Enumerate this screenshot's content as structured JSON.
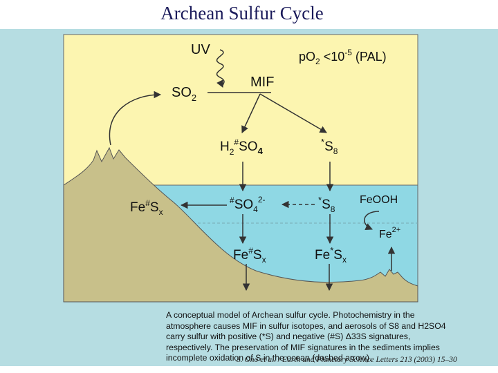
{
  "title": "Archean Sulfur Cycle",
  "labels": {
    "uv": "UV",
    "po2_prefix": "pO",
    "po2_sub": "2",
    "po2_mid": " <10",
    "po2_sup": "-5",
    "po2_suffix": " (PAL)",
    "mif": "MIF",
    "so2": "SO",
    "so2_sub": "2",
    "h2so4_a": "H",
    "h2so4_sub2": "2",
    "h2so4_sup": "#",
    "h2so4_b": "SO",
    "h2so4_sub4": "4",
    "s8_sup": "*",
    "s8": "S",
    "s8_sub": "8",
    "fesx_left_a": "Fe",
    "fesx_left_sup": "#",
    "fesx_left_b": "S",
    "fesx_left_sub": "x",
    "so4_sup": "#",
    "so4": "SO",
    "so4_sub": "4",
    "so4_charge": "2-",
    "s8_ocean_sup": "*",
    "s8_ocean": "S",
    "s8_ocean_sub": "8",
    "feooh": "FeOOH",
    "fe2": "Fe",
    "fe2_sup": "2+",
    "fesx_bottom_a": "Fe",
    "fesx_bottom_sup": "#",
    "fesx_bottom_b": "S",
    "fesx_bottom_sub": "x",
    "fesx_right_a": "Fe",
    "fesx_right_sup": "*",
    "fesx_right_b": "S",
    "fesx_right_sub": "x"
  },
  "caption": "A conceptual model of Archean sulfur cycle. Photochemistry in the atmosphere causes MIF in sulfur isotopes, and aerosols of S8 and H2SO4 carry sulfur with positive (*S) and negative (#S) Δ33S signatures, respectively. The preservation of MIF signatures in the sediments implies incomplete oxidation of S in the ocean (dashed arrow).",
  "citation": "S. Ono et al. / Earth and Planetary Science Letters 213 (2003) 15–30",
  "colors": {
    "background": "#b6dde2",
    "atmosphere": "#fcf5b0",
    "ocean": "#8fd8e4",
    "land": "#c8c08a",
    "stroke": "#333333"
  }
}
